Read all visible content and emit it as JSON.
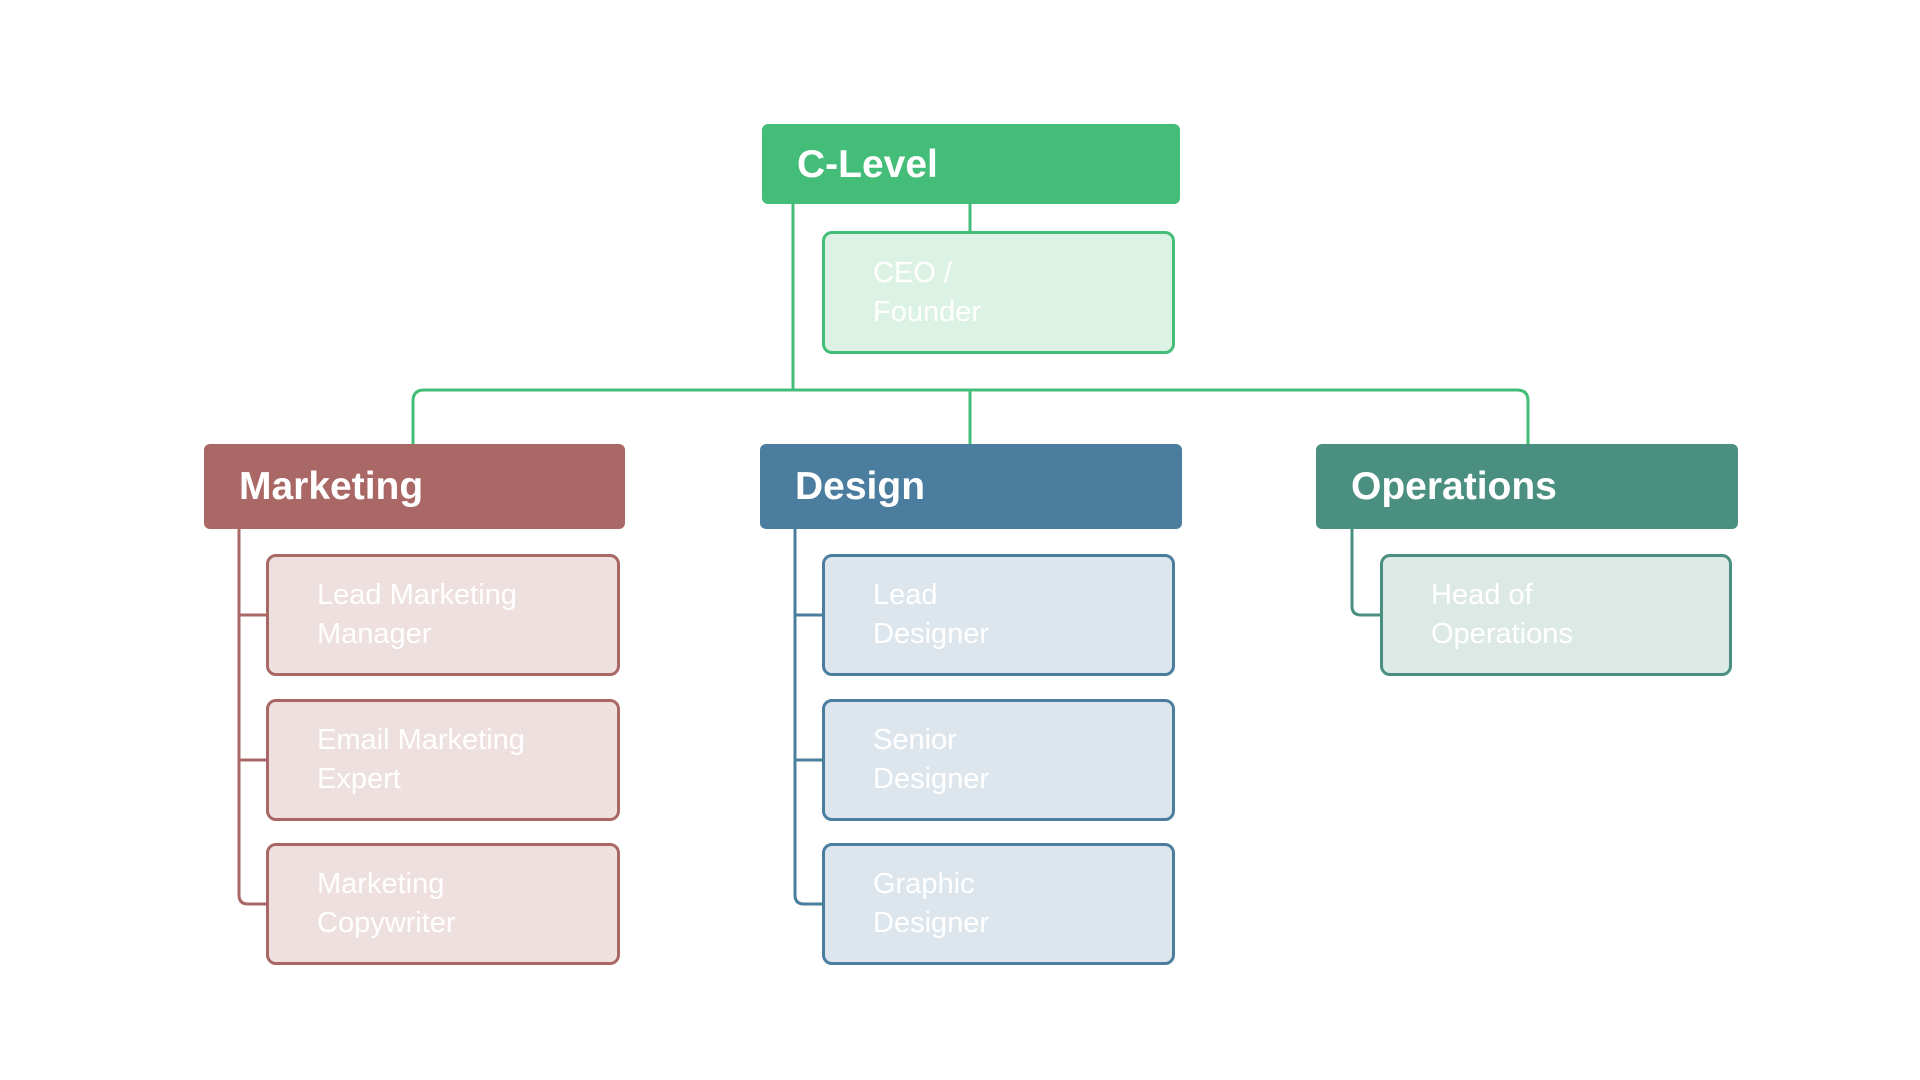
{
  "colors": {
    "c_level": "#44bd79",
    "marketing": "#a96765",
    "design": "#4a7d9e",
    "operations": "#4a8f7f"
  },
  "c_level": {
    "title": "C-Level",
    "roles": [
      "CEO / Founder"
    ]
  },
  "departments": [
    {
      "title": "Marketing",
      "roles": [
        "Lead Marketing Manager",
        "Email Marketing Expert",
        "Marketing Copywriter"
      ]
    },
    {
      "title": "Design",
      "roles": [
        "Lead Designer",
        "Senior Designer",
        "Graphic Designer"
      ]
    },
    {
      "title": "Operations",
      "roles": [
        "Head of Operations"
      ]
    }
  ]
}
